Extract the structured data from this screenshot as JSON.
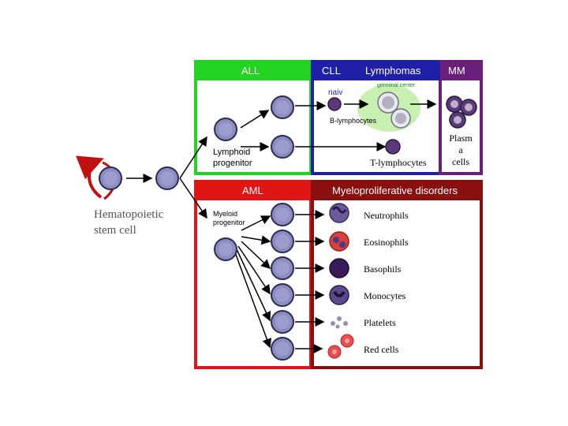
{
  "headers": {
    "all": "ALL",
    "cll": "CLL",
    "lymphomas": "Lymphomas",
    "mm": "MM",
    "aml": "AML",
    "mpd": "Myeloproliferative disorders"
  },
  "lymphoid": {
    "germinal_center": "germinal center",
    "naive": "naiv",
    "b_lymphocytes": "B-lymphocytes",
    "progenitor": [
      "Lymphoid",
      "progenitor"
    ],
    "t_lymphocytes": "T-lymphocytes",
    "plasma_cells": [
      "Plasm",
      "a",
      "cells"
    ]
  },
  "stem": {
    "label": [
      "Hematopoietic",
      "stem cell"
    ]
  },
  "myeloid": {
    "progenitor": [
      "Myeloid",
      "progenitor"
    ],
    "outputs": [
      "Neutrophils",
      "Eosinophils",
      "Basophils",
      "Monocytes",
      "Platelets",
      "Red cells"
    ]
  },
  "colors": {
    "all": "#22d322",
    "cll_lymphomas": "#1f1fa8",
    "mm": "#6a1f7a",
    "aml": "#e01515",
    "mpd": "#8a1010",
    "cell_fill": "#8c8cc0",
    "cell_edge": "#2a2a55"
  }
}
